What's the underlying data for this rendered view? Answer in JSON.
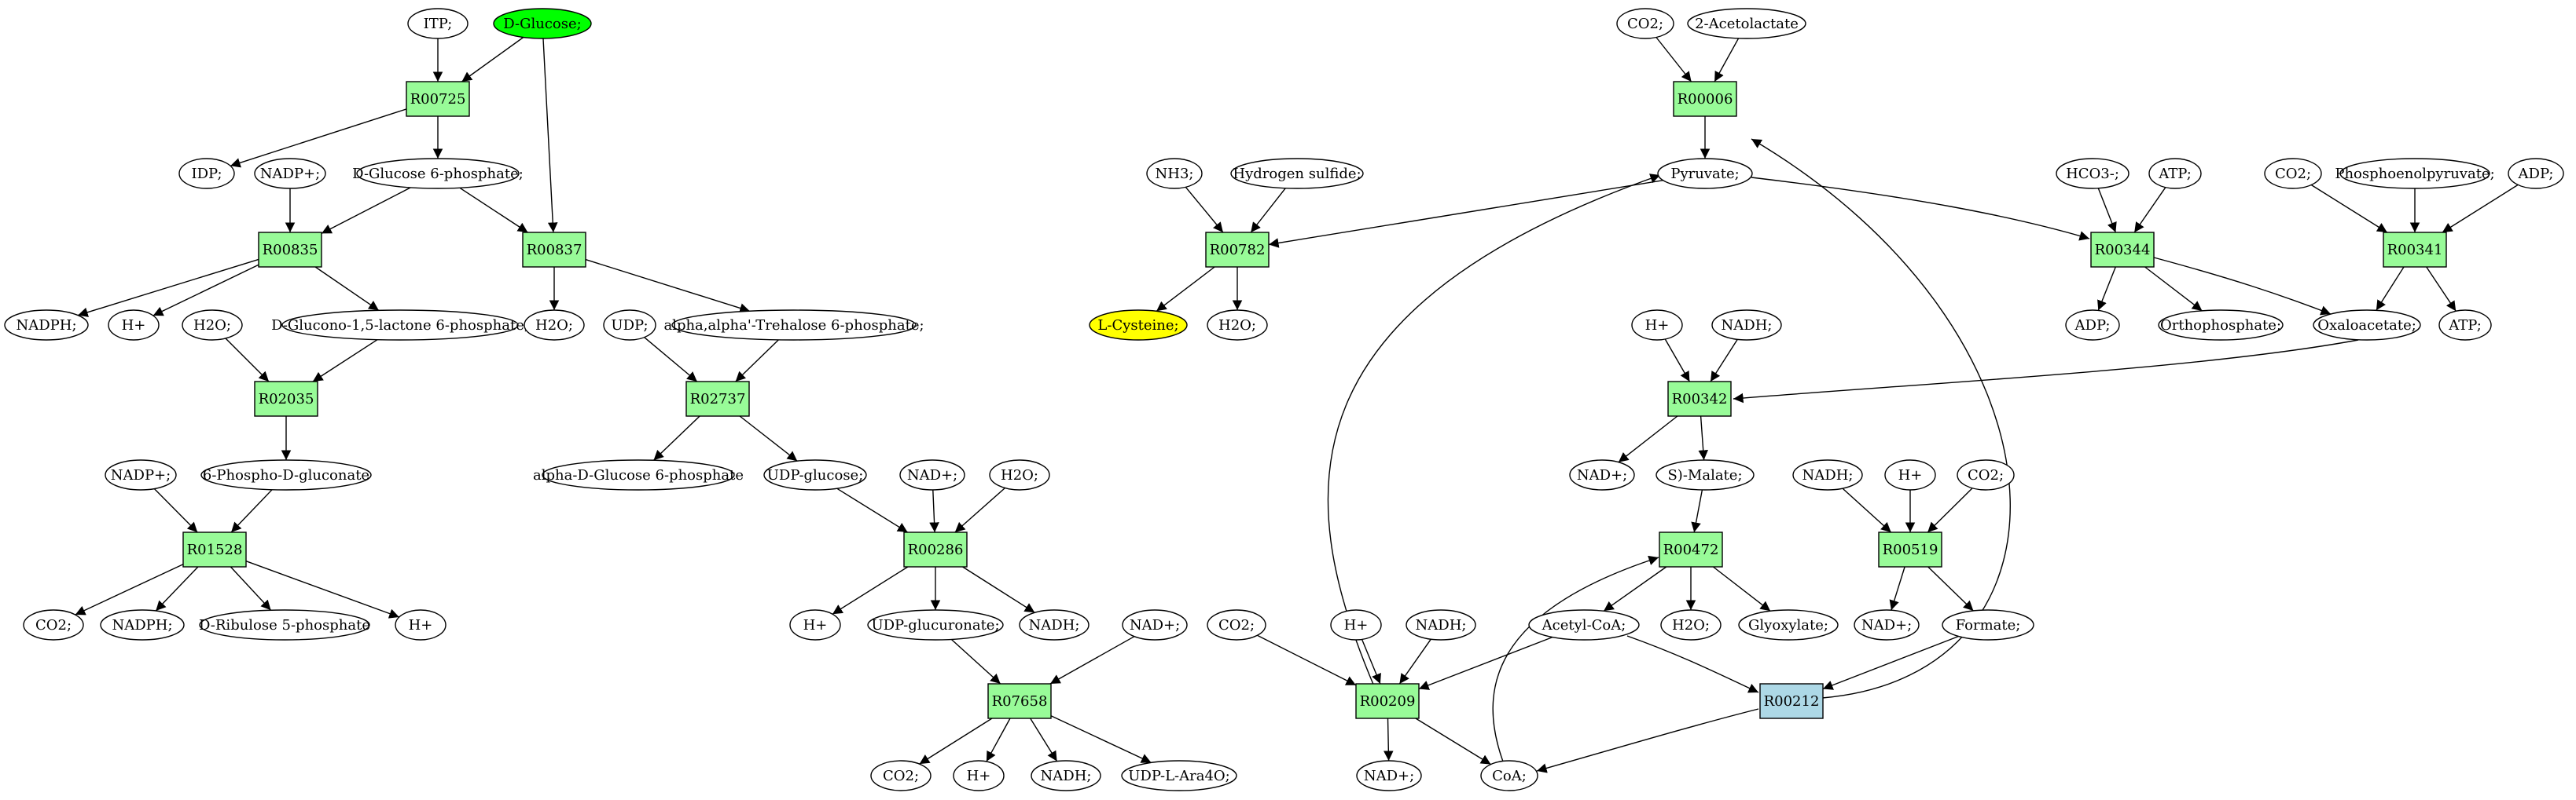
{
  "diagram": {
    "title": "",
    "colors": {
      "reaction": "#98fb98",
      "reaction_highlight": "#add8e6",
      "start_compound": "#00ff00",
      "target_compound": "#ffff00",
      "compound": "#ffffff",
      "stroke": "#000000"
    },
    "nodes": [
      {
        "id": "itp",
        "label": "ITP;",
        "kind": "compound"
      },
      {
        "id": "dglucose",
        "label": "D-Glucose;",
        "kind": "start_compound"
      },
      {
        "id": "r00725",
        "label": "R00725",
        "kind": "reaction"
      },
      {
        "id": "idp",
        "label": "IDP;",
        "kind": "compound"
      },
      {
        "id": "nadp1",
        "label": "NADP+;",
        "kind": "compound"
      },
      {
        "id": "g6p",
        "label": "D-Glucose 6-phosphate;",
        "kind": "compound"
      },
      {
        "id": "r00835",
        "label": "R00835",
        "kind": "reaction"
      },
      {
        "id": "r00837",
        "label": "R00837",
        "kind": "reaction"
      },
      {
        "id": "nadph1",
        "label": "NADPH;",
        "kind": "compound"
      },
      {
        "id": "hplus1",
        "label": "H+",
        "kind": "compound"
      },
      {
        "id": "h2o1",
        "label": "H2O;",
        "kind": "compound"
      },
      {
        "id": "glucono",
        "label": "D-Glucono-1,5-lactone 6-phosphate;",
        "kind": "compound"
      },
      {
        "id": "h2o2",
        "label": "H2O;",
        "kind": "compound"
      },
      {
        "id": "udp",
        "label": "UDP;",
        "kind": "compound"
      },
      {
        "id": "trehalose",
        "label": "alpha,alpha'-Trehalose 6-phosphate;",
        "kind": "compound"
      },
      {
        "id": "r02035",
        "label": "R02035",
        "kind": "reaction"
      },
      {
        "id": "r02737",
        "label": "R02737",
        "kind": "reaction"
      },
      {
        "id": "nadp2",
        "label": "NADP+;",
        "kind": "compound"
      },
      {
        "id": "phosphogluc",
        "label": "6-Phospho-D-gluconate",
        "kind": "compound"
      },
      {
        "id": "aglc6p",
        "label": "alpha-D-Glucose 6-phosphate",
        "kind": "compound"
      },
      {
        "id": "udpglc",
        "label": "UDP-glucose;",
        "kind": "compound"
      },
      {
        "id": "nad1",
        "label": "NAD+;",
        "kind": "compound"
      },
      {
        "id": "h2o3",
        "label": "H2O;",
        "kind": "compound"
      },
      {
        "id": "r01528",
        "label": "R01528",
        "kind": "reaction"
      },
      {
        "id": "r00286",
        "label": "R00286",
        "kind": "reaction"
      },
      {
        "id": "co2a",
        "label": "CO2;",
        "kind": "compound"
      },
      {
        "id": "nadph2",
        "label": "NADPH;",
        "kind": "compound"
      },
      {
        "id": "ribulose",
        "label": "D-Ribulose 5-phosphate",
        "kind": "compound"
      },
      {
        "id": "hplus2",
        "label": "H+",
        "kind": "compound"
      },
      {
        "id": "hplus3",
        "label": "H+",
        "kind": "compound"
      },
      {
        "id": "udpglcur",
        "label": "UDP-glucuronate;",
        "kind": "compound"
      },
      {
        "id": "nadh1",
        "label": "NADH;",
        "kind": "compound"
      },
      {
        "id": "nad2",
        "label": "NAD+;",
        "kind": "compound"
      },
      {
        "id": "r07658",
        "label": "R07658",
        "kind": "reaction"
      },
      {
        "id": "co2b",
        "label": "CO2;",
        "kind": "compound"
      },
      {
        "id": "hplus4",
        "label": "H+",
        "kind": "compound"
      },
      {
        "id": "nadh2",
        "label": "NADH;",
        "kind": "compound"
      },
      {
        "id": "udpara",
        "label": "UDP-L-Ara4O;",
        "kind": "compound"
      },
      {
        "id": "co2c",
        "label": "CO2;",
        "kind": "compound"
      },
      {
        "id": "acetolactate",
        "label": "2-Acetolactate",
        "kind": "compound"
      },
      {
        "id": "r00006",
        "label": "R00006",
        "kind": "reaction"
      },
      {
        "id": "nh3",
        "label": "NH3;",
        "kind": "compound"
      },
      {
        "id": "h2s",
        "label": "Hydrogen sulfide;",
        "kind": "compound"
      },
      {
        "id": "pyruvate",
        "label": "Pyruvate;",
        "kind": "compound"
      },
      {
        "id": "r00782",
        "label": "R00782",
        "kind": "reaction"
      },
      {
        "id": "lcys",
        "label": "L-Cysteine;",
        "kind": "target_compound"
      },
      {
        "id": "h2o4",
        "label": "H2O;",
        "kind": "compound"
      },
      {
        "id": "hco3",
        "label": "HCO3-;",
        "kind": "compound"
      },
      {
        "id": "atp1",
        "label": "ATP;",
        "kind": "compound"
      },
      {
        "id": "r00344",
        "label": "R00344",
        "kind": "reaction"
      },
      {
        "id": "adp1",
        "label": "ADP;",
        "kind": "compound"
      },
      {
        "id": "orthophos",
        "label": "Orthophosphate;",
        "kind": "compound"
      },
      {
        "id": "co2d",
        "label": "CO2;",
        "kind": "compound"
      },
      {
        "id": "pep",
        "label": "Phosphoenolpyruvate;",
        "kind": "compound"
      },
      {
        "id": "adp2",
        "label": "ADP;",
        "kind": "compound"
      },
      {
        "id": "r00341",
        "label": "R00341",
        "kind": "reaction"
      },
      {
        "id": "oxaloacetate",
        "label": "Oxaloacetate;",
        "kind": "compound"
      },
      {
        "id": "atp2",
        "label": "ATP;",
        "kind": "compound"
      },
      {
        "id": "hplus5",
        "label": "H+",
        "kind": "compound"
      },
      {
        "id": "nadh3",
        "label": "NADH;",
        "kind": "compound"
      },
      {
        "id": "r00342",
        "label": "R00342",
        "kind": "reaction"
      },
      {
        "id": "nad3",
        "label": "NAD+;",
        "kind": "compound"
      },
      {
        "id": "smalate",
        "label": "S)-Malate;",
        "kind": "compound"
      },
      {
        "id": "r00472",
        "label": "R00472",
        "kind": "reaction"
      },
      {
        "id": "acetylcoa",
        "label": "Acetyl-CoA;",
        "kind": "compound"
      },
      {
        "id": "h2o5",
        "label": "H2O;",
        "kind": "compound"
      },
      {
        "id": "glyoxylate",
        "label": "Glyoxylate;",
        "kind": "compound"
      },
      {
        "id": "nadh4",
        "label": "NADH;",
        "kind": "compound"
      },
      {
        "id": "hplus6",
        "label": "H+",
        "kind": "compound"
      },
      {
        "id": "co2e",
        "label": "CO2;",
        "kind": "compound"
      },
      {
        "id": "r00519",
        "label": "R00519",
        "kind": "reaction"
      },
      {
        "id": "nad4",
        "label": "NAD+;",
        "kind": "compound"
      },
      {
        "id": "formate",
        "label": "Formate;",
        "kind": "compound"
      },
      {
        "id": "co2f",
        "label": "CO2;",
        "kind": "compound"
      },
      {
        "id": "hplus7",
        "label": "H+",
        "kind": "compound"
      },
      {
        "id": "nadh5",
        "label": "NADH;",
        "kind": "compound"
      },
      {
        "id": "r00209",
        "label": "R00209",
        "kind": "reaction"
      },
      {
        "id": "r00212",
        "label": "R00212",
        "kind": "reaction_highlight"
      },
      {
        "id": "nad5",
        "label": "NAD+;",
        "kind": "compound"
      },
      {
        "id": "coa",
        "label": "CoA;",
        "kind": "compound"
      }
    ],
    "edges": [
      [
        "itp",
        "r00725"
      ],
      [
        "dglucose",
        "r00725"
      ],
      [
        "dglucose",
        "r00837"
      ],
      [
        "r00725",
        "idp"
      ],
      [
        "r00725",
        "g6p"
      ],
      [
        "nadp1",
        "r00835"
      ],
      [
        "g6p",
        "r00835"
      ],
      [
        "g6p",
        "r00837"
      ],
      [
        "r00835",
        "nadph1"
      ],
      [
        "r00835",
        "hplus1"
      ],
      [
        "r00835",
        "glucono"
      ],
      [
        "r00837",
        "h2o2"
      ],
      [
        "r00837",
        "trehalose"
      ],
      [
        "h2o1",
        "r02035"
      ],
      [
        "glucono",
        "r02035"
      ],
      [
        "r02035",
        "phosphogluc"
      ],
      [
        "udp",
        "r02737"
      ],
      [
        "trehalose",
        "r02737"
      ],
      [
        "r02737",
        "aglc6p"
      ],
      [
        "r02737",
        "udpglc"
      ],
      [
        "nadp2",
        "r01528"
      ],
      [
        "phosphogluc",
        "r01528"
      ],
      [
        "r01528",
        "co2a"
      ],
      [
        "r01528",
        "nadph2"
      ],
      [
        "r01528",
        "ribulose"
      ],
      [
        "r01528",
        "hplus2"
      ],
      [
        "udpglc",
        "r00286"
      ],
      [
        "nad1",
        "r00286"
      ],
      [
        "h2o3",
        "r00286"
      ],
      [
        "r00286",
        "hplus3"
      ],
      [
        "r00286",
        "udpglcur"
      ],
      [
        "r00286",
        "nadh1"
      ],
      [
        "udpglcur",
        "r07658"
      ],
      [
        "nad2",
        "r07658"
      ],
      [
        "r07658",
        "co2b"
      ],
      [
        "r07658",
        "hplus4"
      ],
      [
        "r07658",
        "nadh2"
      ],
      [
        "r07658",
        "udpara"
      ],
      [
        "co2c",
        "r00006"
      ],
      [
        "acetolactate",
        "r00006"
      ],
      [
        "r00006",
        "pyruvate"
      ],
      [
        "nh3",
        "r00782"
      ],
      [
        "h2s",
        "r00782"
      ],
      [
        "pyruvate",
        "r00782"
      ],
      [
        "r00782",
        "lcys"
      ],
      [
        "r00782",
        "h2o4"
      ],
      [
        "pyruvate",
        "r00344"
      ],
      [
        "hco3",
        "r00344"
      ],
      [
        "atp1",
        "r00344"
      ],
      [
        "r00344",
        "adp1"
      ],
      [
        "r00344",
        "orthophos"
      ],
      [
        "r00344",
        "oxaloacetate"
      ],
      [
        "co2d",
        "r00341"
      ],
      [
        "pep",
        "r00341"
      ],
      [
        "adp2",
        "r00341"
      ],
      [
        "r00341",
        "oxaloacetate"
      ],
      [
        "r00341",
        "atp2"
      ],
      [
        "hplus5",
        "r00342"
      ],
      [
        "nadh3",
        "r00342"
      ],
      [
        "oxaloacetate",
        "r00342"
      ],
      [
        "r00342",
        "nad3"
      ],
      [
        "r00342",
        "smalate"
      ],
      [
        "smalate",
        "r00472"
      ],
      [
        "coa",
        "r00472"
      ],
      [
        "r00472",
        "acetylcoa"
      ],
      [
        "r00472",
        "h2o5"
      ],
      [
        "r00472",
        "glyoxylate"
      ],
      [
        "nadh4",
        "r00519"
      ],
      [
        "hplus6",
        "r00519"
      ],
      [
        "co2e",
        "r00519"
      ],
      [
        "r00519",
        "nad4"
      ],
      [
        "r00519",
        "formate"
      ],
      [
        "co2f",
        "r00209"
      ],
      [
        "hplus7",
        "r00209"
      ],
      [
        "nadh5",
        "r00209"
      ],
      [
        "acetylcoa",
        "r00209"
      ],
      [
        "r00209",
        "nad5"
      ],
      [
        "r00209",
        "coa"
      ],
      [
        "r00209",
        "pyruvate"
      ],
      [
        "acetylcoa",
        "r00212"
      ],
      [
        "formate",
        "r00212"
      ],
      [
        "r00212",
        "coa"
      ],
      [
        "r00212",
        "pyruvate"
      ]
    ]
  }
}
